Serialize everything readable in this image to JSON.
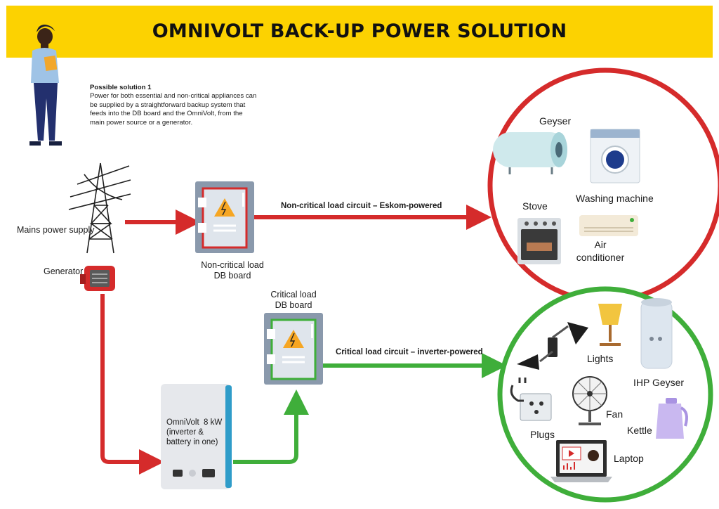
{
  "title": "OMNIVOLT BACK-UP POWER SOLUTION",
  "description": {
    "heading": "Possible solution 1",
    "body": "Power for both essential and non-critical appliances can be supplied by a straightforward backup system that feeds into the DB board and the OmniVolt, from the main power source or a generator."
  },
  "sources": {
    "mains": "Mains power supply",
    "generator": "Generator"
  },
  "boards": {
    "noncritical": [
      "Non-critical load",
      "DB board"
    ],
    "critical": [
      "Critical load",
      "DB board"
    ]
  },
  "inverter": [
    "OmniVolt  8 kW",
    "(inverter &",
    "battery in one)"
  ],
  "circuits": {
    "noncritical": "Non-critical load circuit – Eskom-powered",
    "critical": "Critical load circuit – inverter-powered"
  },
  "noncritical_appliances": {
    "geyser": "Geyser",
    "washing_machine": "Washing machine",
    "stove": "Stove",
    "air_conditioner": [
      "Air",
      "conditioner"
    ]
  },
  "critical_appliances": {
    "lights": "Lights",
    "ihp_geyser": "IHP Geyser",
    "fan": "Fan",
    "kettle": "Kettle",
    "plugs": "Plugs",
    "laptop": "Laptop"
  },
  "colors": {
    "banner": "#fcd201",
    "eskom_line": "#d52b2b",
    "inverter_line": "#3fae3a",
    "board": "#8a99ac"
  }
}
